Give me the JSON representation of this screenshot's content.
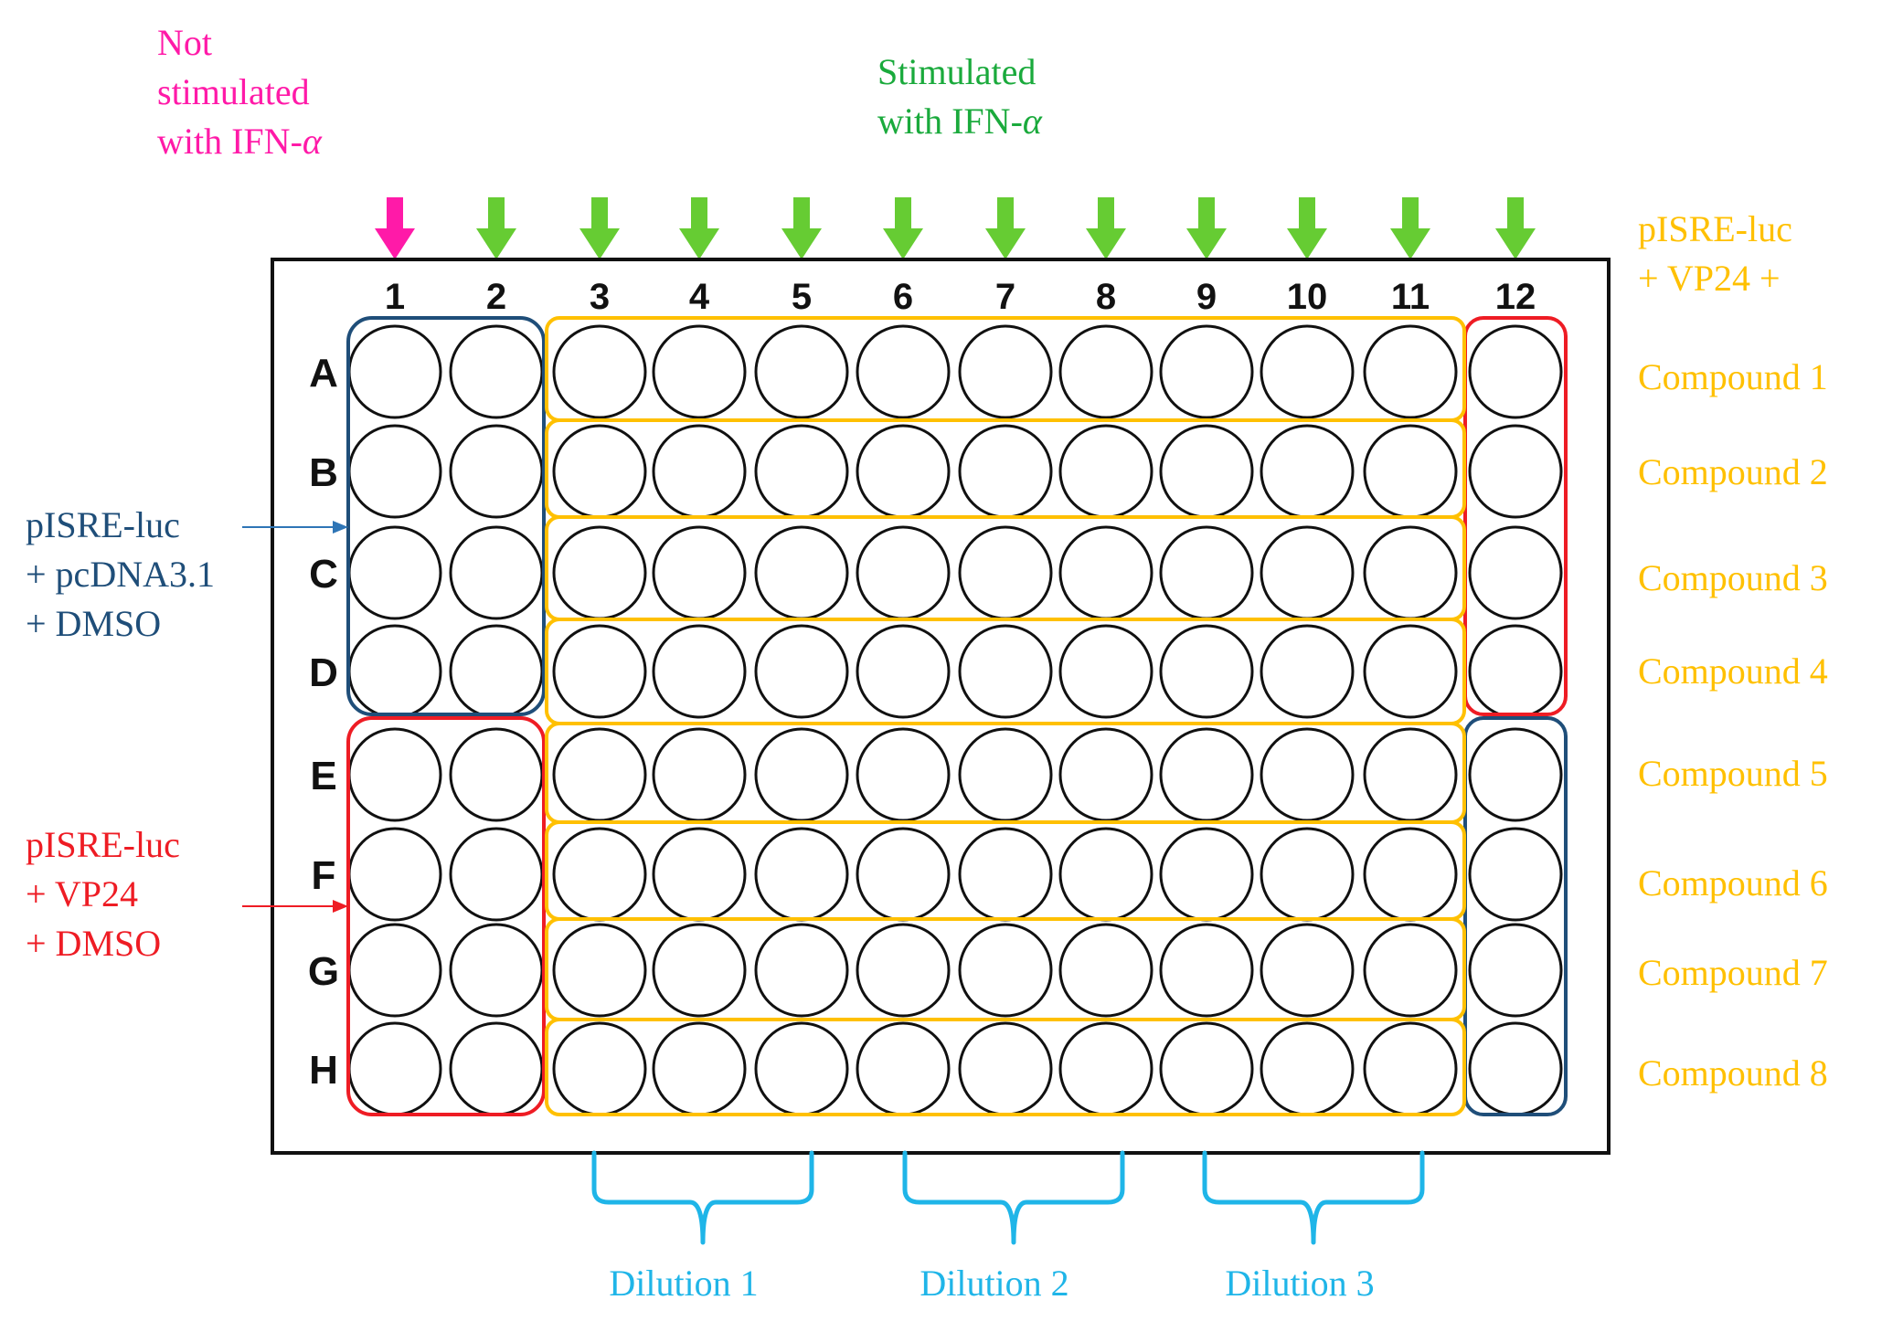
{
  "top_labels": {
    "not_stimulated": [
      "Not",
      "stimulated",
      "with IFN-"
    ],
    "stimulated": [
      "Stimulated",
      "with IFN-"
    ],
    "alpha": "α"
  },
  "left_labels": {
    "control_blue": [
      "pISRE-luc",
      "+ pcDNA3.1",
      "+ DMSO"
    ],
    "control_red": [
      "pISRE-luc",
      "+ VP24",
      "+ DMSO"
    ]
  },
  "right_header": [
    "pISRE-luc",
    "+ VP24 +"
  ],
  "columns": [
    "1",
    "2",
    "3",
    "4",
    "5",
    "6",
    "7",
    "8",
    "9",
    "10",
    "11",
    "12"
  ],
  "rows": [
    "A",
    "B",
    "C",
    "D",
    "E",
    "F",
    "G",
    "H"
  ],
  "compounds": [
    "Compound 1",
    "Compound 2",
    "Compound 3",
    "Compound 4",
    "Compound 5",
    "Compound 6",
    "Compound 7",
    "Compound 8"
  ],
  "dilutions": [
    "Dilution 1",
    "Dilution 2",
    "Dilution 3"
  ],
  "colors": {
    "magenta": "#ff1aa8",
    "green": "#66cc33",
    "green_text": "#1aaa3c",
    "navy": "#1f4e79",
    "red": "#ee1c24",
    "orange": "#ffc000",
    "cyan": "#1fb5e8",
    "black": "#111111"
  }
}
